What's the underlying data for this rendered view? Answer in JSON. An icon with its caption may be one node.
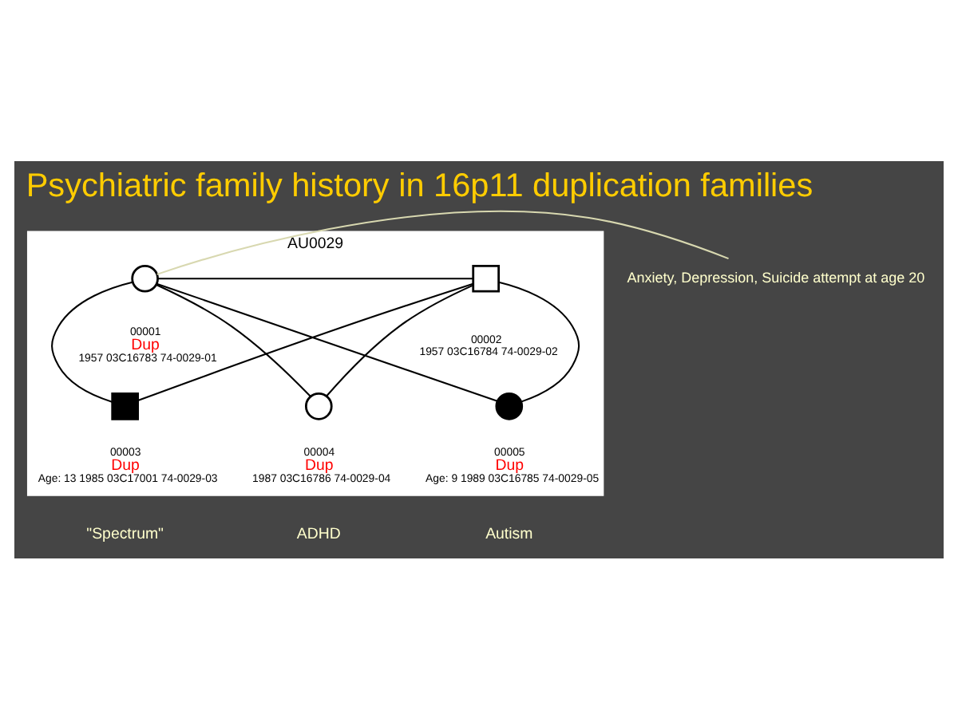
{
  "diagram": {
    "title": "Psychiatric family history in 16p11 duplication families",
    "nodes": [
      {
        "text": [
          "AU0029"
        ]
      },
      {
        "text": [],
        "shape": "box",
        "in": 0,
        "beside": [
          "00002",
          "1957 03C16784 74-0029-02"
        ]
      },
      {
        "text": [],
        "shape": "circle",
        "in": 0,
        "beside": [
          "00001",
          "Dup",
          "1957 03C16783 74-0029-01"
        ]
      },
      {
        "text": [],
        "shape": "box",
        "in": 0,
        "beside": [
          "00003",
          "Dup",
          "Age: 13 1985 03C17001 74-0029-03",
          "\"Spectrum\""
        ]
      },
      {
        "text": [],
        "shape": "circle",
        "in": 0,
        "beside": [
          "00004",
          "Dup",
          "1987 03C16786 74-0029-04",
          "ADHD"
        ]
      },
      {
        "text": [],
        "shape": "circle",
        "in": 0,
        "beside": [
          "00005",
          "Dup",
          "Age: 9 1989 03C16785 74-0029-05",
          "Autism"
        ]
      },
      {
        "text": [
          "Anxiety, Depression, Suicide attempt at age 20"
        ]
      }
    ],
    "edges": [
      {
        "from": 1,
        "to": 2,
        "arrow": "none"
      },
      {
        "from": 1,
        "to": 3,
        "arrow": "none"
      },
      {
        "from": 1,
        "to": 4,
        "arrow": "none"
      },
      {
        "from": 1,
        "to": 5,
        "arrow": "none"
      },
      {
        "from": 2,
        "to": 3,
        "arrow": "none"
      },
      {
        "from": 2,
        "to": 4,
        "arrow": "none"
      },
      {
        "from": 2,
        "to": 5,
        "arrow": "none"
      },
      {
        "from": 6,
        "to": 2,
        "arrow": "none",
        "color": "#d8d8b0"
      }
    ]
  }
}
